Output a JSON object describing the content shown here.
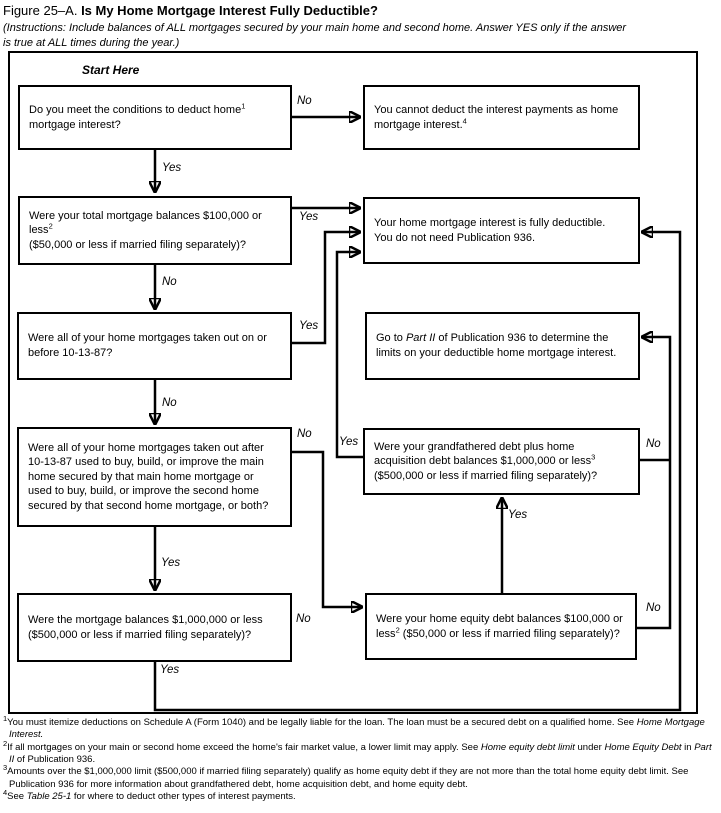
{
  "colors": {
    "ink": "#000000",
    "background": "#ffffff"
  },
  "figure": {
    "label": "Figure 25–A.",
    "title": "Is My Home Mortgage Interest Fully Deductible?",
    "instructions": "(Instructions: Include balances of ALL mortgages secured by your main home and second home. Answer YES only if the answer\nis true at ALL times during the year.)",
    "start_label": "Start Here"
  },
  "nodes": {
    "q_conditions": {
      "rich": [
        {
          "t": "Do you meet the conditions to deduct home"
        },
        {
          "t": "1",
          "s": "sup"
        },
        {
          "t": "\nmortgage interest?"
        }
      ]
    },
    "r_cannot_deduct": {
      "rich": [
        {
          "t": "You cannot deduct the interest payments as home\nmortgage interest."
        },
        {
          "t": "4",
          "s": "sup"
        }
      ]
    },
    "q_balances_100k": {
      "rich": [
        {
          "t": "Were your total mortgage balances $100,000 or less"
        },
        {
          "t": "2",
          "s": "sup"
        },
        {
          "t": "\n($50,000 or less if married filing separately)?"
        }
      ]
    },
    "r_fully_deductible": {
      "rich": [
        {
          "t": "Your home mortgage interest is fully deductible.\nYou do not need Publication 936."
        }
      ]
    },
    "q_before_10_13_87": {
      "rich": [
        {
          "t": "Were all of your home mortgages taken out on or\nbefore 10-13-87?"
        }
      ]
    },
    "r_go_part_ii": {
      "rich": [
        {
          "t": "Go to "
        },
        {
          "t": "Part II",
          "s": "i"
        },
        {
          "t": " of Publication 936 to determine the\nlimits on your deductible home mortgage interest."
        }
      ]
    },
    "q_after_10_13_87_use": {
      "rich": [
        {
          "t": "Were all of your home mortgages taken out after\n10-13-87 used to buy, build, or improve the main\nhome secured by that main home mortgage or\nused to buy, build, or improve the second home\nsecured by that second home mortgage, or both?"
        }
      ]
    },
    "q_grandfathered_1m": {
      "rich": [
        {
          "t": "Were your grandfathered debt plus home\nacquisition debt balances $1,000,000 or less"
        },
        {
          "t": "3",
          "s": "sup"
        },
        {
          "t": "\n($500,000 or less if married filing separately)?"
        }
      ]
    },
    "q_balances_1m": {
      "rich": [
        {
          "t": "Were the mortgage balances $1,000,000 or less\n($500,000 or less if married filing separately)?"
        }
      ]
    },
    "q_home_equity_100k": {
      "rich": [
        {
          "t": "Were your home equity debt balances $100,000 or\nless"
        },
        {
          "t": "2",
          "s": "sup"
        },
        {
          "t": " ($50,000 or less if married filing separately)?"
        }
      ]
    }
  },
  "edges": {
    "q1_no": "No",
    "q1_yes": "Yes",
    "q2_yes": "Yes",
    "q2_no": "No",
    "q3_yes": "Yes",
    "q3_no": "No",
    "q4_no": "No",
    "q4_yes": "Yes",
    "q5_yes": "Yes",
    "q5_no": "No",
    "q6_no": "No",
    "q6_yes": "Yes",
    "q7_yes": "Yes",
    "q7_no": "No"
  },
  "footnotes": [
    {
      "rich": [
        {
          "t": "1",
          "s": "sup"
        },
        {
          "t": "You must itemize deductions on Schedule A (Form 1040) and be legally liable for the loan. The loan must be a secured debt on a qualified home. See "
        },
        {
          "t": "Home Mortgage Interest.",
          "s": "i"
        }
      ]
    },
    {
      "rich": [
        {
          "t": "2",
          "s": "sup"
        },
        {
          "t": "If all mortgages on your main or second home exceed the home's fair market value, a lower limit may apply. See "
        },
        {
          "t": "Home equity debt limit",
          "s": "i"
        },
        {
          "t": " under "
        },
        {
          "t": "Home Equity Debt",
          "s": "i"
        },
        {
          "t": " in "
        },
        {
          "t": "Part II",
          "s": "i"
        },
        {
          "t": " of Publication 936."
        }
      ]
    },
    {
      "rich": [
        {
          "t": "3",
          "s": "sup"
        },
        {
          "t": "Amounts over the $1,000,000 limit ($500,000 if married filing separately) qualify as home equity debt if they are not more than the total home equity debt limit. See Publication 936 for more information about grandfathered debt, home acquisition debt, and home equity debt."
        }
      ]
    },
    {
      "rich": [
        {
          "t": "4",
          "s": "sup"
        },
        {
          "t": "See "
        },
        {
          "t": "Table 25-1",
          "s": "i"
        },
        {
          "t": " for where to deduct other types of interest payments."
        }
      ]
    }
  ]
}
